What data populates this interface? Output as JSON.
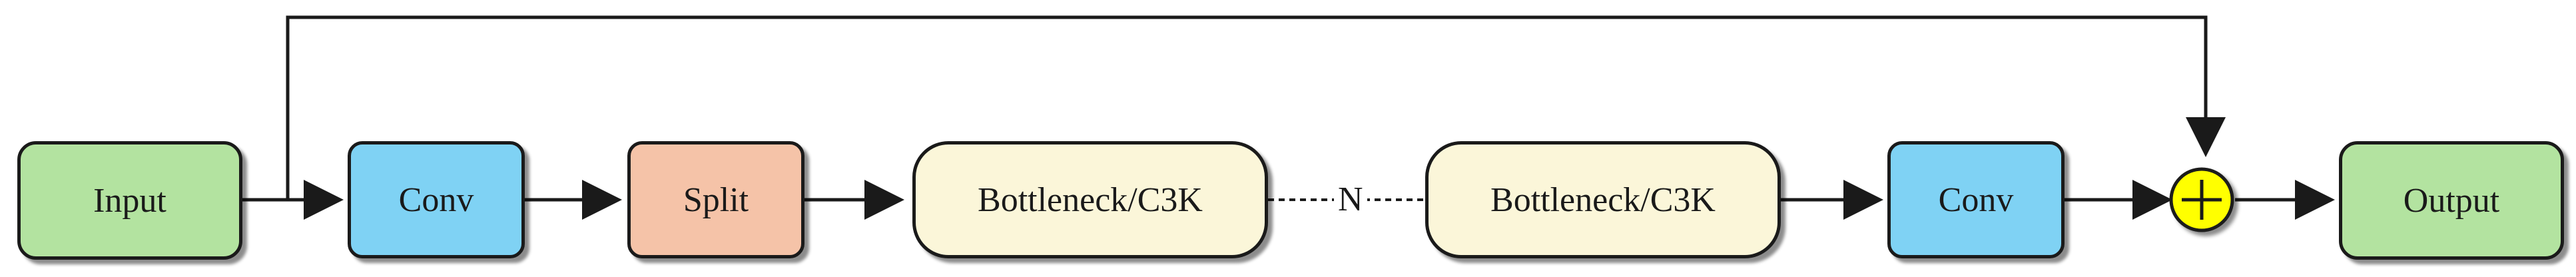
{
  "nodes": {
    "input": {
      "label": "Input",
      "color": "#b3e3a0"
    },
    "conv1": {
      "label": "Conv",
      "color": "#7fd2f4"
    },
    "split": {
      "label": "Split",
      "color": "#f5c3a8"
    },
    "bottleneck1": {
      "label": "Bottleneck/C3K",
      "color": "#fbf6d9"
    },
    "bottleneck2": {
      "label": "Bottleneck/C3K",
      "color": "#fbf6d9"
    },
    "conv2": {
      "label": "Conv",
      "color": "#7fd2f4"
    },
    "output": {
      "label": "Output",
      "color": "#b3e3a0"
    }
  },
  "repeat_label": "N",
  "add_node": {
    "symbol": "+",
    "color": "#ffff00"
  }
}
